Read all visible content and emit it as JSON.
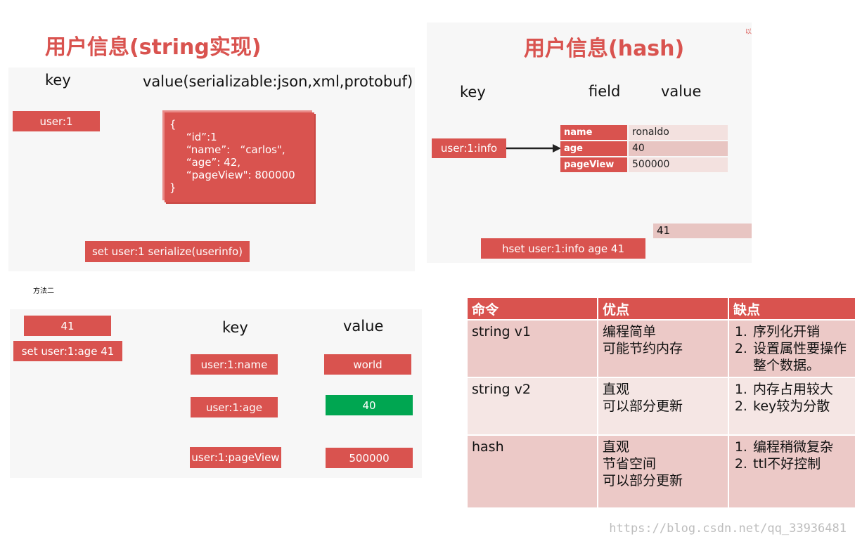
{
  "left_top": {
    "title": "用户信息(string实现)",
    "key_label": "key",
    "value_label": "value(serializable:json,xml,protobuf)",
    "key_box": "user:1",
    "json_lines": [
      "{",
      "     “id”:1",
      "     “name”:   “carlos\",",
      "     “age”: 42,",
      "     “pageView\": 800000",
      "}"
    ],
    "command": "set user:1 serialize(userinfo)"
  },
  "right_top": {
    "title": "用户信息(hash)",
    "key_label": "key",
    "field_label": "field",
    "value_label": "value",
    "key_box": "user:1:info",
    "rows": [
      {
        "field": "name",
        "value": "ronaldo"
      },
      {
        "field": "age",
        "value": "40"
      },
      {
        "field": "pageView",
        "value": "500000"
      }
    ],
    "updated_value": "41",
    "command": "hset user:1:info age 41",
    "corner_mark": "以"
  },
  "left_bottom": {
    "method_label": "方法二",
    "new_value": "41",
    "command": "set user:1:age 41",
    "key_label": "key",
    "value_label": "value",
    "keys": [
      "user:1:name",
      "user:1:age",
      "user:1:pageView"
    ],
    "values": [
      "world",
      "40",
      "500000"
    ],
    "colors": {
      "red": "#d9534f",
      "green": "#00a651"
    }
  },
  "table": {
    "headers": [
      "命令",
      "优点",
      "缺点"
    ],
    "rows": [
      {
        "cmd": "string v1",
        "pros": [
          "编程简单",
          "可能节约内存"
        ],
        "cons": [
          "序列化开销",
          "设置属性要操作整个数据。"
        ]
      },
      {
        "cmd": "string v2",
        "pros": [
          "直观",
          "可以部分更新"
        ],
        "cons": [
          "内存占用较大",
          "key较为分散"
        ]
      },
      {
        "cmd": "hash",
        "pros": [
          "直观",
          "节省空间",
          "可以部分更新"
        ],
        "cons": [
          "编程稍微复杂",
          "ttl不好控制"
        ]
      }
    ]
  },
  "watermark": "https://blog.csdn.net/qq_33936481"
}
